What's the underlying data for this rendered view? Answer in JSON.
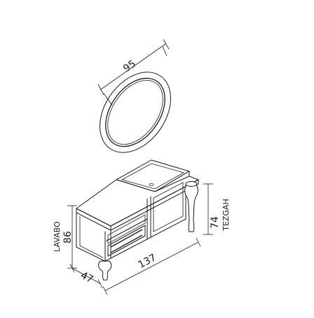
{
  "dimensions": {
    "mirror_diameter": "95",
    "width": "137",
    "depth": "47",
    "lavabo_height": "86",
    "tezgah_height": "74"
  },
  "labels": {
    "lavabo": "LAVABO",
    "tezgah": "TEZGAH"
  }
}
